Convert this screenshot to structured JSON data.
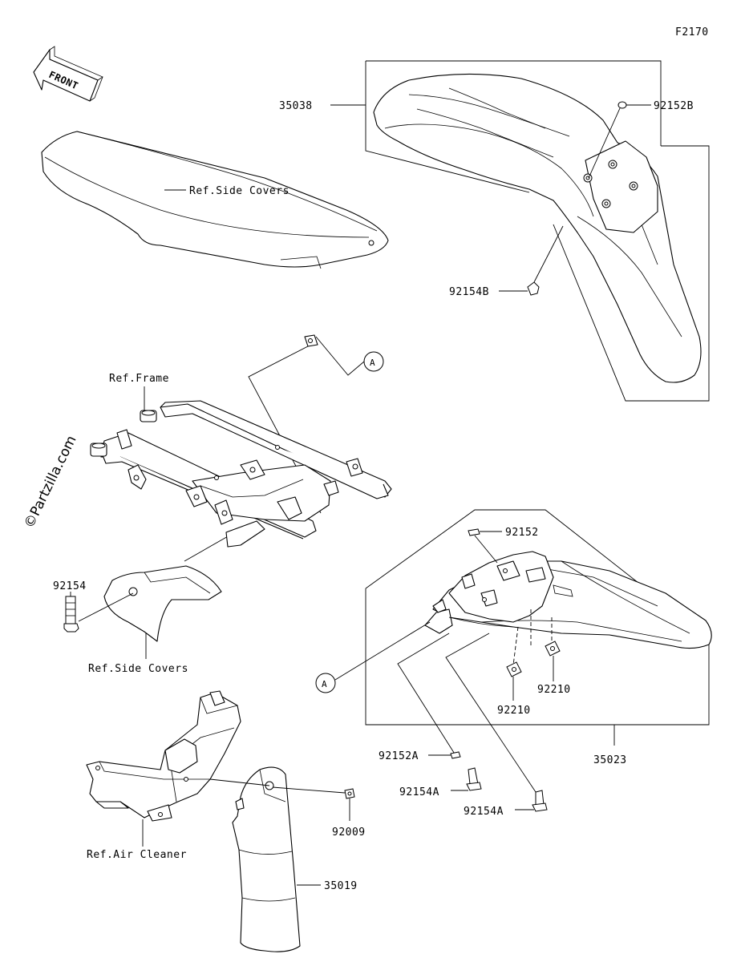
{
  "figure_code": "F2170",
  "watermark": "©Partzilla.com",
  "front_arrow_label": "FRONT",
  "reference_marker": "A",
  "labels": {
    "ref_side_covers_top": "Ref.Side Covers",
    "ref_frame": "Ref.Frame",
    "ref_side_covers_bottom": "Ref.Side Covers",
    "ref_air_cleaner": "Ref.Air Cleaner"
  },
  "parts": {
    "p35038": "35038",
    "p92152B": "92152B",
    "p92154B": "92154B",
    "p92154": "92154",
    "p92152": "92152",
    "p92210a": "92210",
    "p92210b": "92210",
    "p35023": "35023",
    "p92152A": "92152A",
    "p92154A_1": "92154A",
    "p92154A_2": "92154A",
    "p92009": "92009",
    "p35019": "35019"
  }
}
